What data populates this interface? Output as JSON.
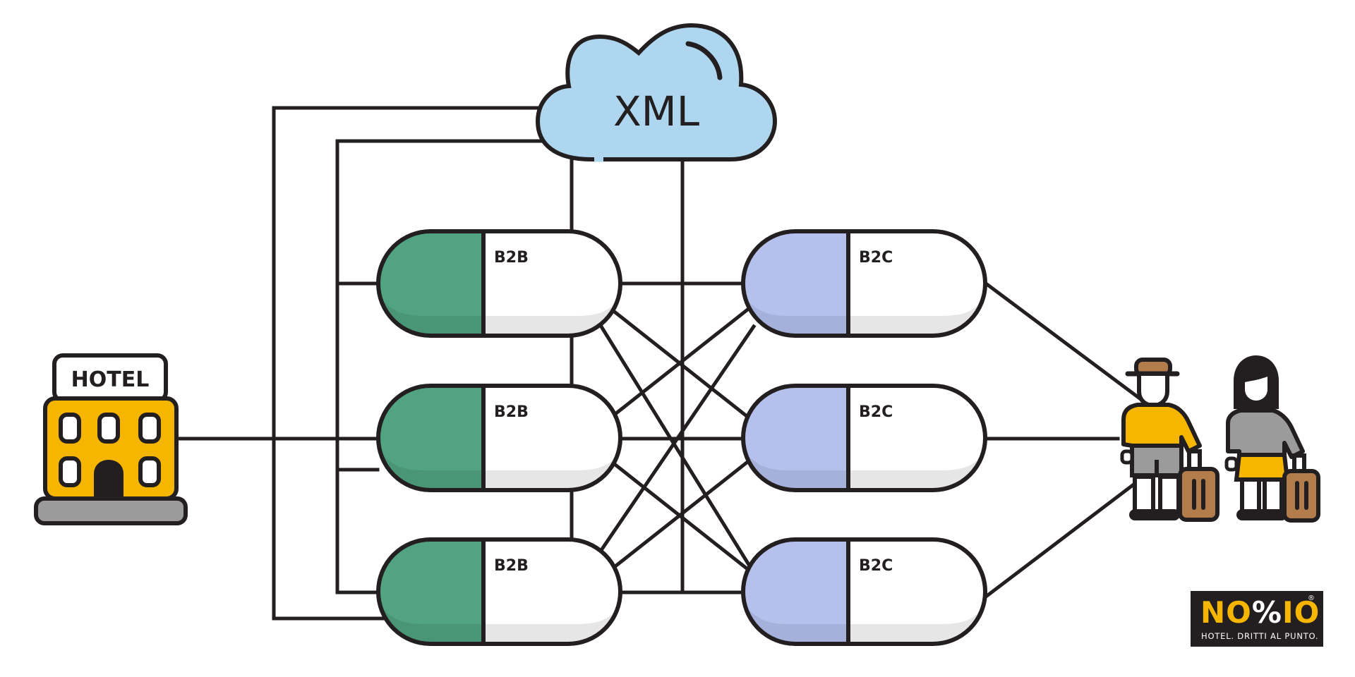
{
  "diagram": {
    "cloud": {
      "label": "XML",
      "icon": "cloud-icon",
      "fill": "#aed6ee"
    },
    "hotel": {
      "label": "HOTEL",
      "icon": "hotel-building-icon",
      "body_color": "#f6b600",
      "base_color": "#9b9b9b"
    },
    "b2b_channels": [
      {
        "label": "B2B",
        "color": "#52a381",
        "shade": "#4a9576"
      },
      {
        "label": "B2B",
        "color": "#52a381",
        "shade": "#4a9576"
      },
      {
        "label": "B2B",
        "color": "#52a381",
        "shade": "#4a9576"
      }
    ],
    "b2c_channels": [
      {
        "label": "B2C",
        "color": "#b5c1ec",
        "shade": "#a5b1da"
      },
      {
        "label": "B2C",
        "color": "#b5c1ec",
        "shade": "#a5b1da"
      },
      {
        "label": "B2C",
        "color": "#b5c1ec",
        "shade": "#a5b1da"
      }
    ],
    "travelers": {
      "icon": "travelers-icon",
      "count": 2,
      "shirt_color": "#f6b600",
      "suitcase_color": "#b27d4b",
      "gray": "#9b9b9b"
    },
    "connections": {
      "hotel_to_b2b": "all",
      "xml_to_b2b": "all",
      "xml_to_b2c": "all",
      "b2b_to_b2c": "full-mesh",
      "b2c_to_travelers": "all"
    }
  },
  "logo": {
    "part1": "NO",
    "part2": "%",
    "part3": "IO",
    "registered": "®",
    "tagline": "HOTEL. DRITTI AL PUNTO."
  }
}
